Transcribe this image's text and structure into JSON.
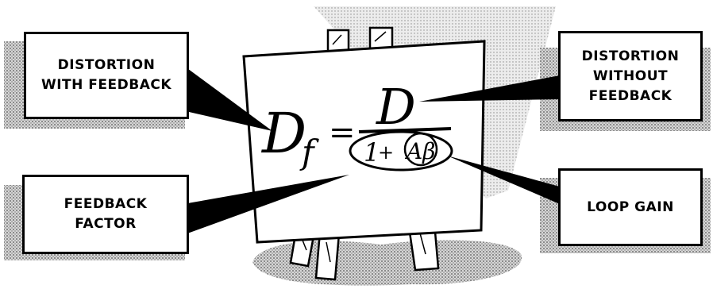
{
  "equation": {
    "lhs_symbol": "D",
    "lhs_subscript": "f",
    "equals": "=",
    "numerator": "D",
    "denominator_one": "1",
    "denominator_plus": "+",
    "denominator_loop": "Aβ"
  },
  "callouts": {
    "distortion_with_feedback": {
      "line1": "DISTORTION",
      "line2": "WITH FEEDBACK"
    },
    "distortion_without_feedback": {
      "line1": "DISTORTION",
      "line2": "WITHOUT",
      "line3": "FEEDBACK"
    },
    "feedback_factor": {
      "line1": "FEEDBACK",
      "line2": "FACTOR"
    },
    "loop_gain": {
      "line1": "LOOP GAIN"
    }
  },
  "colors": {
    "ink": "#000000",
    "paper": "#ffffff",
    "shade": "#9a9a9a"
  }
}
